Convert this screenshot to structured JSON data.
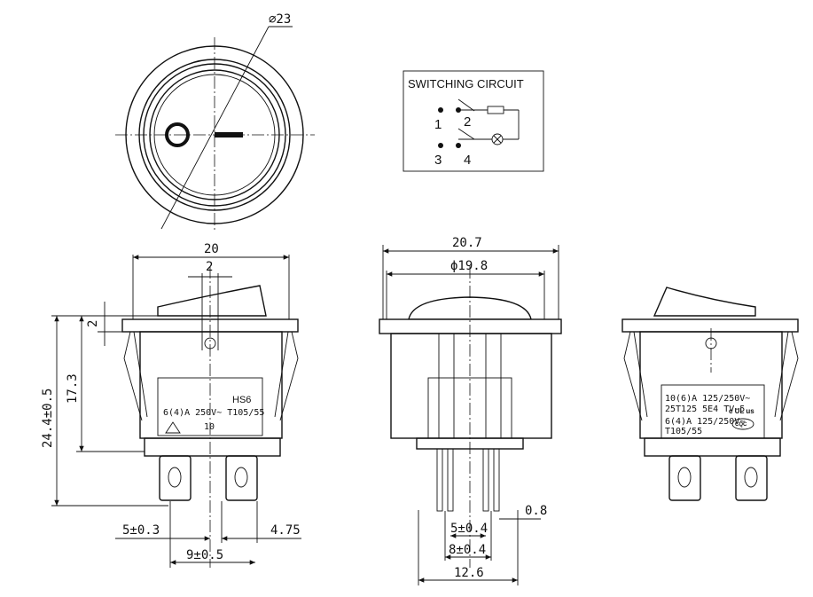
{
  "top_view": {
    "diameter_label": "⌀23"
  },
  "switching_circuit": {
    "title": "SWITCHING CIRCUIT",
    "terminals": [
      "1",
      "2",
      "3",
      "4"
    ]
  },
  "front_view": {
    "width_label": "20",
    "pin_width_label": "2",
    "step_label": "2",
    "height_total_label": "24.4±0.5",
    "height_body_label": "17.3",
    "tab_pitch_label": "5±0.3",
    "tab_width_label": "4.75",
    "spacing_label": "9±0.5",
    "label_plate": {
      "model": "HS6",
      "rating": "6(4)A  250V~  T105/55",
      "mark": "10"
    }
  },
  "side_view": {
    "bezel_width_label": "20.7",
    "cap_diameter_label": "ϕ19.8",
    "pin_thickness_label": "0.8",
    "pin_pitch_inner_label": "5±0.4",
    "pin_pitch_outer_label": "8±0.4",
    "overall_label": "12.6"
  },
  "rear_view": {
    "label_plate": {
      "line1": "10(6)A 125/250V~",
      "line2": "25T125 5E4  TV-5",
      "line3": "6(4)A 125/250V~",
      "line4": "T105/55",
      "ul_mark": "c UL us",
      "cqc_mark": "CQC"
    }
  }
}
